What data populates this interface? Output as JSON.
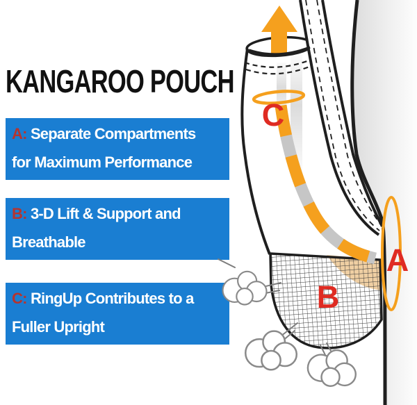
{
  "title": "KANGAROO POUCH",
  "features": [
    {
      "key": "A:",
      "line1": "Separate Compartments",
      "line2": "for Maximum Performance"
    },
    {
      "key": "B:",
      "line1": "3-D Lift & Support and",
      "line2": "Breathable"
    },
    {
      "key": "C:",
      "line1": "RingUp Contributes to a",
      "line2": "Fuller Upright"
    }
  ],
  "diagram": {
    "label_a": "A",
    "label_b": "B",
    "label_c": "C"
  },
  "colors": {
    "box_blue": "#1A7ED2",
    "prefix_red": "#B5342F",
    "marker_red": "#DF2B22",
    "accent_orange": "#F5A01E",
    "band_gray": "#C6C6C6",
    "mesh_tan": "#EBC38C"
  }
}
